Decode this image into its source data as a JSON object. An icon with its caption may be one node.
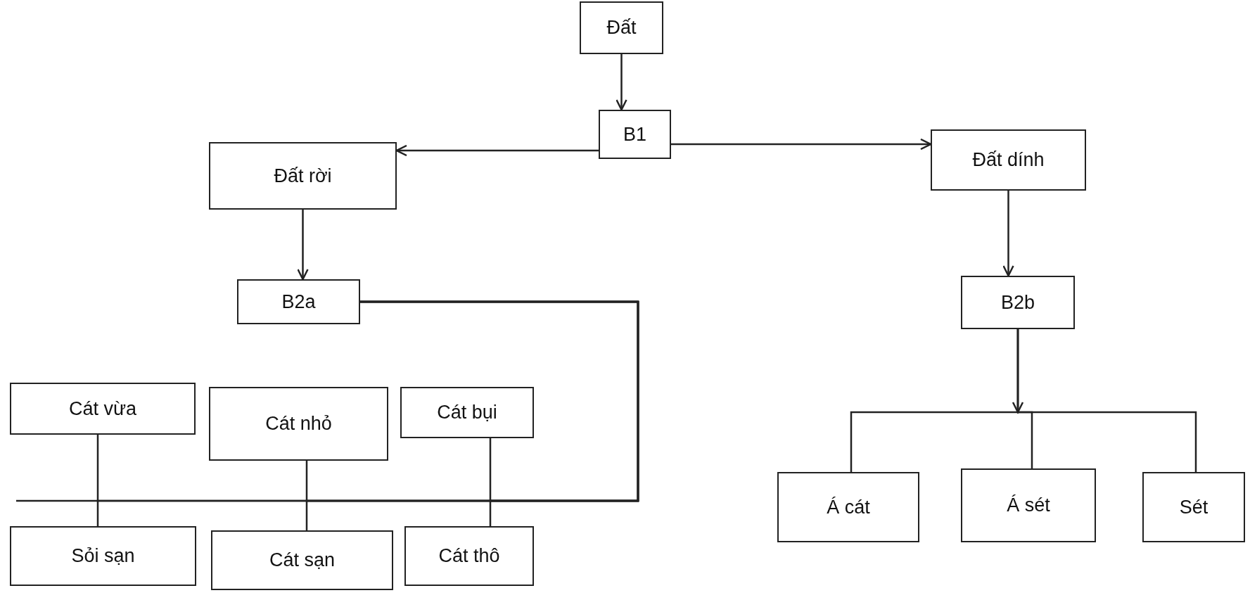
{
  "diagram": {
    "nodes": [
      {
        "text": [
          "Đất"
        ]
      },
      {
        "text": [
          "B1"
        ]
      },
      {
        "text": [
          "Đất rời"
        ]
      },
      {
        "text": [
          "Đất dính"
        ]
      },
      {
        "text": [
          "B2a"
        ]
      },
      {
        "text": [
          "B2b"
        ]
      },
      {
        "text": [
          "Cát vừa"
        ]
      },
      {
        "text": [
          "Cát nhỏ"
        ]
      },
      {
        "text": [
          "Cát bụi"
        ]
      },
      {
        "text": [
          "Sỏi sạn"
        ]
      },
      {
        "text": [
          "Cát sạn"
        ]
      },
      {
        "text": [
          "Cát thô"
        ]
      },
      {
        "text": [
          "Á cát"
        ]
      },
      {
        "text": [
          "Á sét"
        ]
      },
      {
        "text": [
          "Sét"
        ]
      }
    ],
    "edges": [
      {
        "from": 0,
        "to": 1,
        "arrow": "to"
      },
      {
        "from": 1,
        "to": 2,
        "arrow": "to"
      },
      {
        "from": 1,
        "to": 3,
        "arrow": "to"
      },
      {
        "from": 2,
        "to": 4,
        "arrow": "to"
      },
      {
        "from": 3,
        "to": 5,
        "arrow": "to"
      },
      {
        "from": 4,
        "to": 6,
        "arrow": "none"
      },
      {
        "from": 4,
        "to": 7,
        "arrow": "none"
      },
      {
        "from": 4,
        "to": 8,
        "arrow": "none"
      },
      {
        "from": 4,
        "to": 9,
        "arrow": "none"
      },
      {
        "from": 4,
        "to": 10,
        "arrow": "none"
      },
      {
        "from": 4,
        "to": 11,
        "arrow": "none"
      },
      {
        "from": 5,
        "to": 12,
        "arrow": "to"
      },
      {
        "from": 5,
        "to": 13,
        "arrow": "to"
      },
      {
        "from": 5,
        "to": 14,
        "arrow": "to"
      }
    ]
  }
}
